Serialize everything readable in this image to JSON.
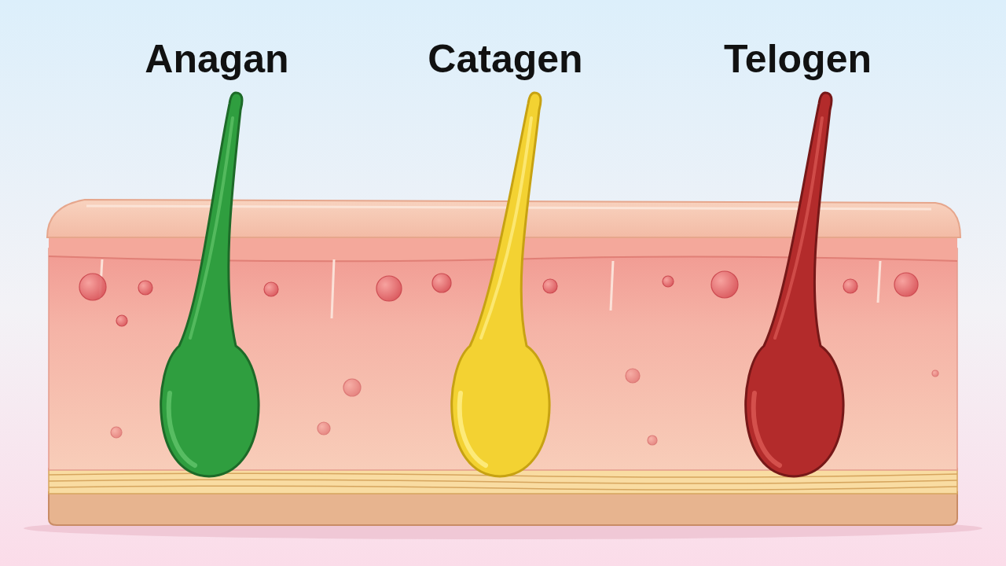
{
  "diagram": {
    "labels": [
      "Anagan",
      "Catagen",
      "Telogen"
    ]
  }
}
